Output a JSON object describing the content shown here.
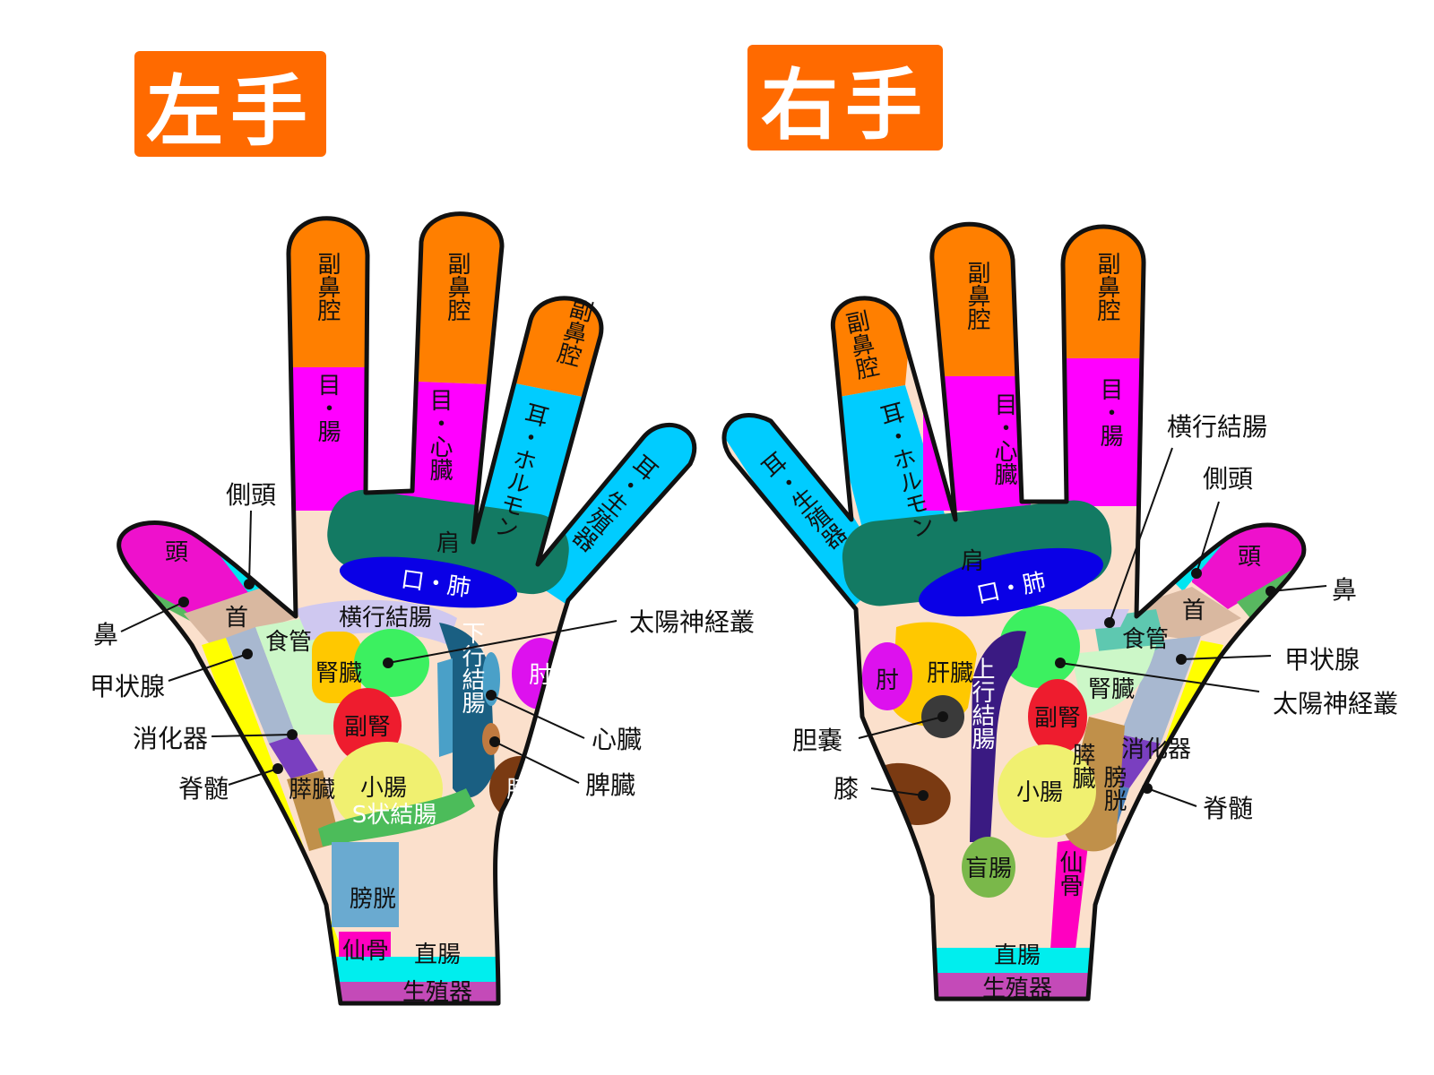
{
  "titles": {
    "left": "左手",
    "right": "右手"
  },
  "colors": {
    "title_bg": "#ff6a00",
    "skin": "#fbe0cc",
    "outline": "#111111",
    "orange": "#ff7f00",
    "magenta": "#ff00ff",
    "cyan": "#00ccff",
    "teal": "#137a63",
    "blue": "#0a00e6",
    "green": "#3cf060",
    "yellow": "#ffff00"
  },
  "left": {
    "sinus": [
      "副鼻腔",
      "副鼻腔",
      "副鼻腔"
    ],
    "eye_intestine": "目・腸",
    "eye_heart": "目・心臓",
    "ear_hormone": "耳・ホルモン",
    "ear_reproductive": "耳・生殖器",
    "shoulder": "肩",
    "mouth_lung": "口・肺",
    "head": "頭",
    "neck": "首",
    "transverse_colon": "横行結腸",
    "esophagus": "食管",
    "kidney": "腎臓",
    "adrenal": "副腎",
    "descending_colon": "下行結腸",
    "elbow": "肘",
    "pancreas": "膵臓",
    "small_intestine": "小腸",
    "sigmoid_colon": "S状結腸",
    "knee": "膝",
    "bladder": "膀胱",
    "sacrum": "仙骨",
    "rectum": "直腸",
    "reproductive": "生殖器",
    "callouts": {
      "temporal": "側頭",
      "nose": "鼻",
      "thyroid": "甲状腺",
      "digestive": "消化器",
      "spinal_cord": "脊髄",
      "solar_plexus": "太陽神経叢",
      "heart": "心臓",
      "spleen": "脾臓"
    }
  },
  "right": {
    "sinus": [
      "副鼻腔",
      "副鼻腔",
      "副鼻腔"
    ],
    "ear_reproductive": "耳・生殖器",
    "ear_hormone": "耳・ホルモン",
    "eye_heart": "目・心臓",
    "eye_intestine": "目・腸",
    "shoulder": "肩",
    "mouth_lung": "口・肺",
    "head": "頭",
    "neck": "首",
    "esophagus": "食管",
    "elbow": "肘",
    "liver": "肝臓",
    "ascending_colon": "上行結腸",
    "kidney": "腎臓",
    "adrenal": "副腎",
    "digestive": "消化器",
    "small_intestine": "小腸",
    "pancreas": "膵臓",
    "bladder": "膀胱",
    "appendix": "盲腸",
    "sacrum": "仙骨",
    "rectum": "直腸",
    "reproductive": "生殖器",
    "callouts": {
      "transverse_colon": "横行結腸",
      "temporal": "側頭",
      "nose": "鼻",
      "thyroid": "甲状腺",
      "solar_plexus": "太陽神経叢",
      "gallbladder": "胆嚢",
      "knee": "膝",
      "spinal_cord": "脊髄"
    }
  }
}
